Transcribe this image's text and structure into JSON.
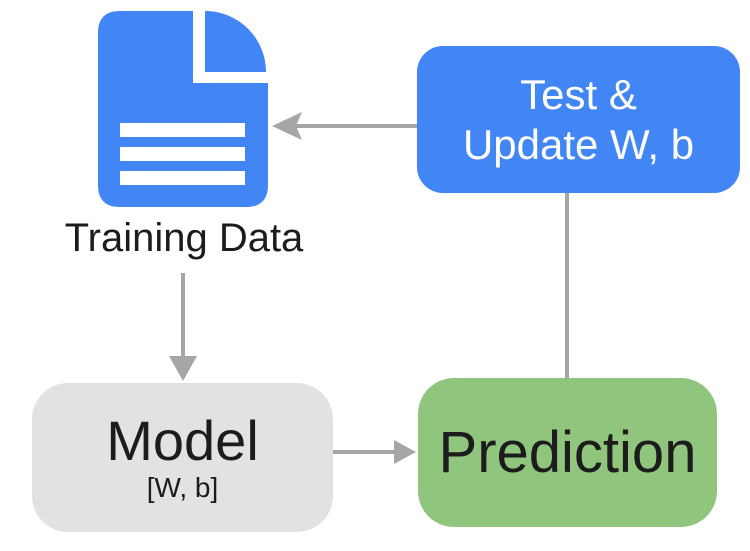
{
  "page": {
    "background": "#FFFFFF",
    "description": "Machine learning training loop diagram"
  },
  "colors": {
    "blue": "#4285F4",
    "green": "#8FC57D",
    "gray_box": "#E2E2E2",
    "arrow_gray": "#A6A6A6",
    "text_dark": "#1C1C1C",
    "text_light": "#FFFFFF"
  },
  "nodes": {
    "training_data": {
      "label": "Training Data",
      "icon": "document-icon"
    },
    "test_update": {
      "line1": "Test &",
      "line2": "Update W, b"
    },
    "model": {
      "title": "Model",
      "subtitle": "[W, b]"
    },
    "prediction": {
      "label": "Prediction"
    }
  },
  "edges": [
    {
      "from": "test_update",
      "to": "training_data",
      "style": "arrow"
    },
    {
      "from": "training_data",
      "to": "model",
      "style": "arrow"
    },
    {
      "from": "model",
      "to": "prediction",
      "style": "arrow"
    },
    {
      "from": "prediction",
      "to": "test_update",
      "style": "line"
    }
  ]
}
